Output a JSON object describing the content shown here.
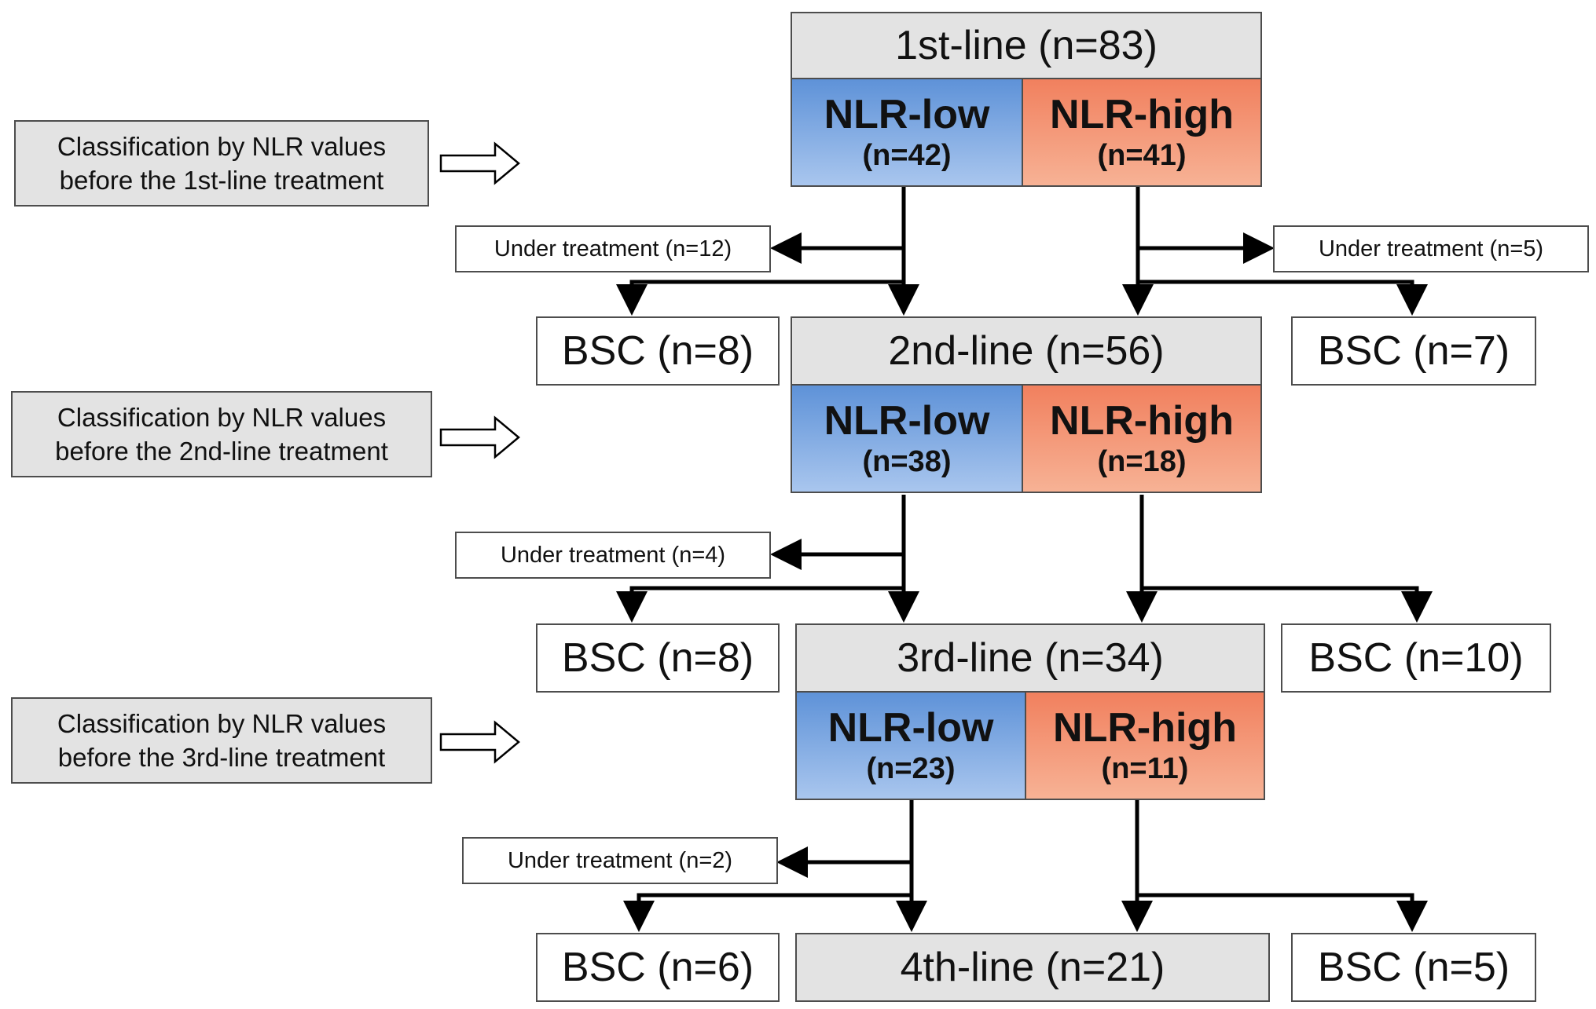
{
  "stages": [
    {
      "title": "1st-line (n=83)",
      "low_label": "NLR-low",
      "low_n": "(n=42)",
      "high_label": "NLR-high",
      "high_n": "(n=41)",
      "classification": [
        "Classification by NLR values",
        "before the 1st-line treatment"
      ],
      "left_under": "Under treatment (n=12)",
      "right_under": "Under treatment (n=5)",
      "left_bsc": "BSC (n=8)",
      "right_bsc": "BSC (n=7)"
    },
    {
      "title": "2nd-line (n=56)",
      "low_label": "NLR-low",
      "low_n": "(n=38)",
      "high_label": "NLR-high",
      "high_n": "(n=18)",
      "classification": [
        "Classification by NLR values",
        "before the 2nd-line treatment"
      ],
      "left_under": "Under treatment (n=4)",
      "left_bsc": "BSC (n=8)",
      "right_bsc": "BSC (n=10)"
    },
    {
      "title": "3rd-line (n=34)",
      "low_label": "NLR-low",
      "low_n": "(n=23)",
      "high_label": "NLR-high",
      "high_n": "(n=11)",
      "classification": [
        "Classification by NLR values",
        "before the 3rd-line treatment"
      ],
      "left_under": "Under treatment (n=2)",
      "left_bsc": "BSC (n=6)",
      "right_bsc": "BSC (n=5)"
    }
  ],
  "final": {
    "title": "4th-line (n=21)"
  },
  "colors": {
    "nlr_low": "#7eaae4",
    "nlr_high": "#f49b7c",
    "header_gray": "#e3e3e3",
    "border": "#4d4d4d"
  }
}
